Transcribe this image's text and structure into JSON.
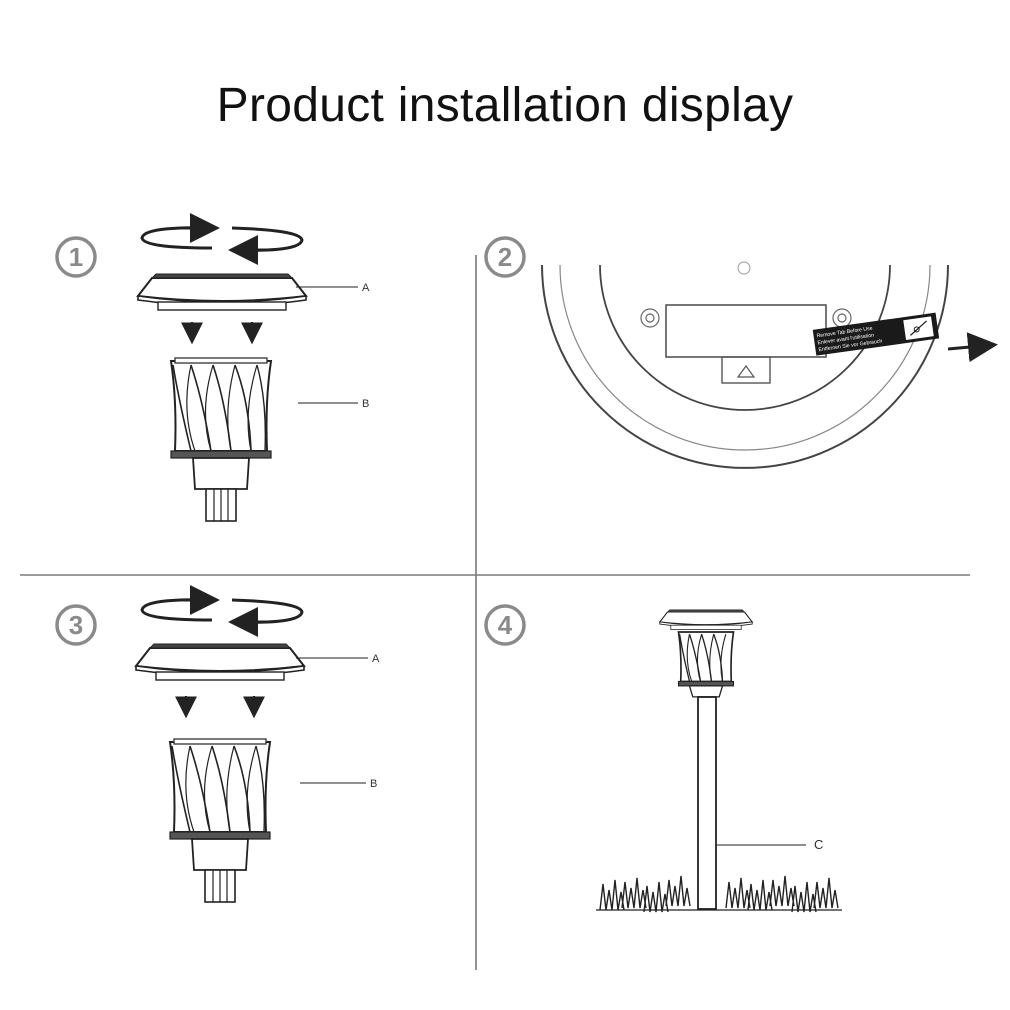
{
  "title": "Product installation display",
  "steps": [
    {
      "number": "1",
      "labels": {
        "top": "A",
        "body": "B"
      }
    },
    {
      "number": "2",
      "sticker": [
        "Remove Tab Before Use",
        "Enlever avant l'utilisation",
        "Entfernen Sie vor Gebrauch"
      ]
    },
    {
      "number": "3",
      "labels": {
        "top": "A",
        "body": "B"
      }
    },
    {
      "number": "4",
      "labels": {
        "stake": "C"
      }
    }
  ],
  "colors": {
    "line": "#2a2a2a",
    "numeral": "#8a8a8a",
    "divider": "#7a7a7a"
  }
}
